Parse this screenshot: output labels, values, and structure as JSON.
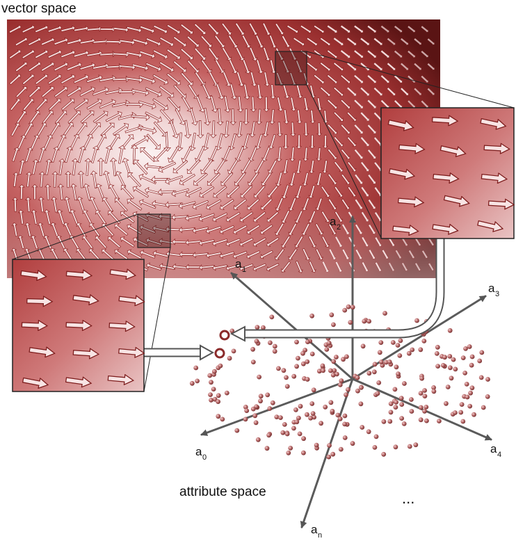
{
  "vector_space": {
    "label": "vector space"
  },
  "attribute_space": {
    "label": "attribute space",
    "axes": [
      {
        "name": "a",
        "sub": "0"
      },
      {
        "name": "a",
        "sub": "1"
      },
      {
        "name": "a",
        "sub": "2"
      },
      {
        "name": "a",
        "sub": "3"
      },
      {
        "name": "a",
        "sub": "4"
      },
      {
        "name": "a",
        "sub": "n"
      }
    ],
    "ellipsis": "..."
  },
  "colors": {
    "field_dark": "#7a1d1d",
    "field_mid": "#b34a4a",
    "field_light": "#f4e8e8",
    "arrow_fill": "#f6dede",
    "arrow_stroke": "#8a1f1f",
    "point": "#b86a6a",
    "axis": "#5a5a5a"
  },
  "icons": {
    "highlighted_point": "ring-point-icon",
    "mapping_arrow": "hollow-arrow-icon"
  }
}
